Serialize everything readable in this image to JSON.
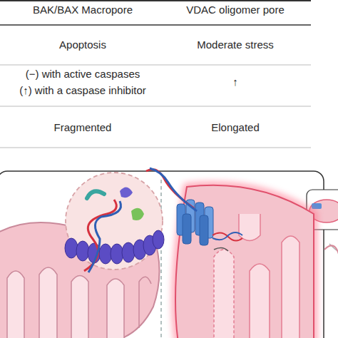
{
  "diagram": {
    "labels": [
      "BAK/BAX Macropore",
      "VDAC oligomer pore",
      "Apoptosis",
      "Moderate stress",
      "(−) with active caspases",
      "(↑) with a caspase inhibitor",
      "↑",
      "Fragmented",
      "Elongated"
    ]
  }
}
